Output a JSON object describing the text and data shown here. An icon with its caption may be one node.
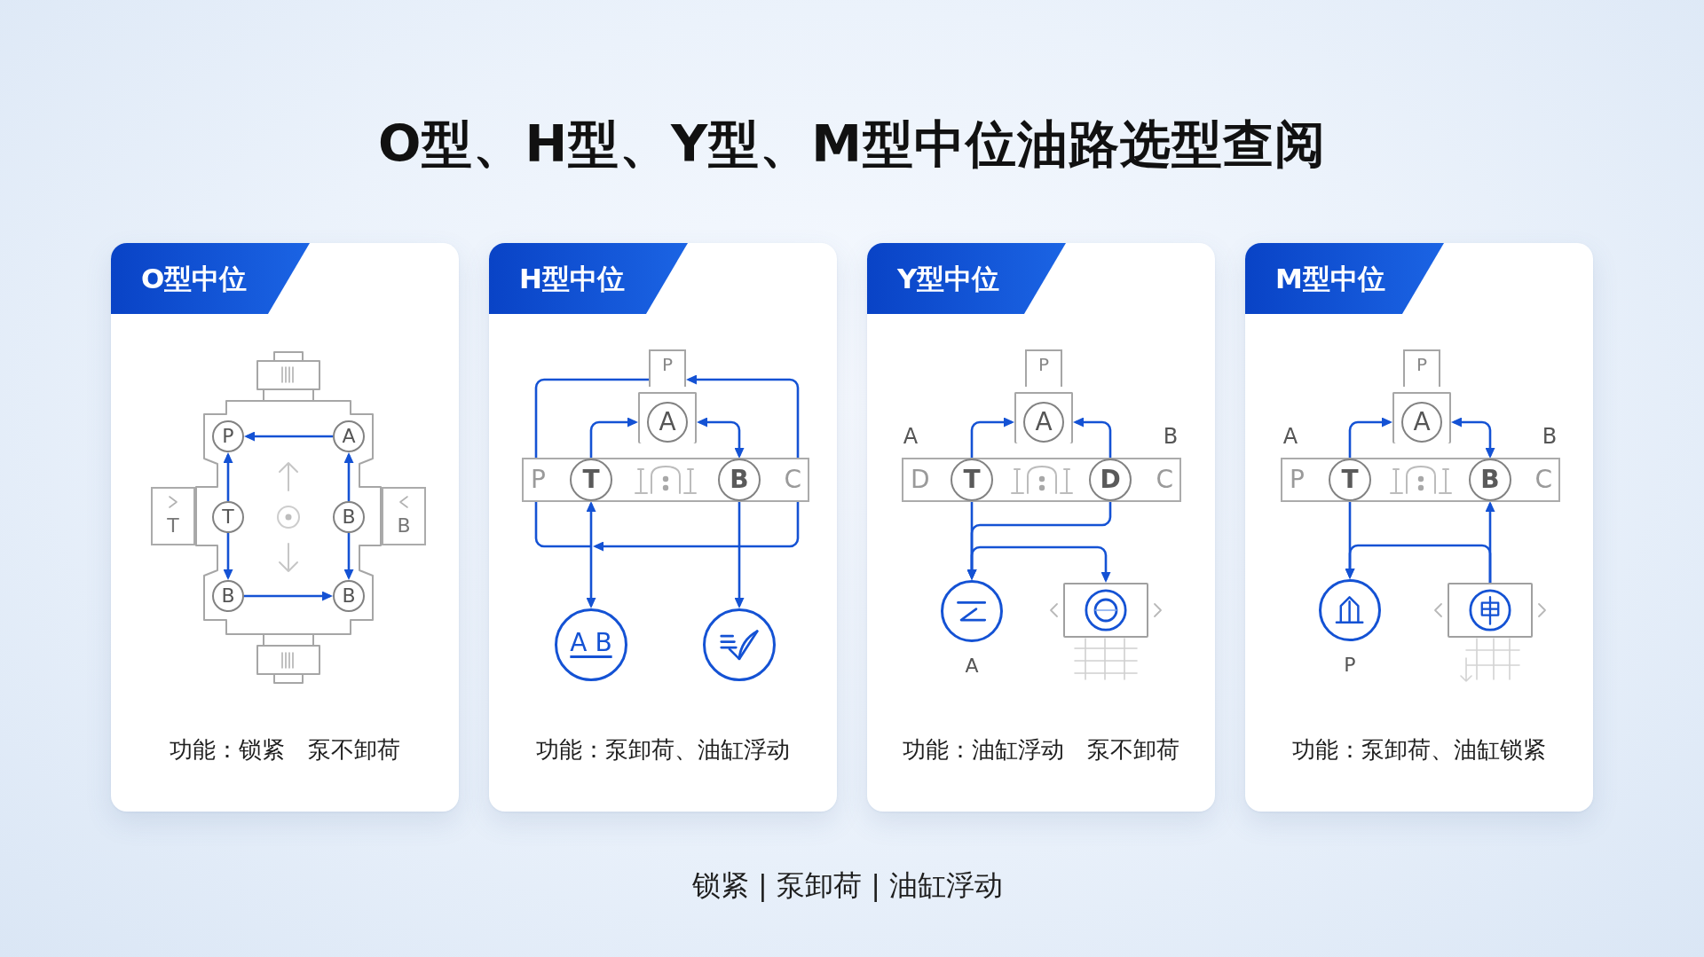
{
  "diagram": {
    "title": "O型、H型、Y型、M型中位油路选型查阅",
    "nodes": [
      {
        "text": [
          "功能：锁紧 泵不卸荷"
        ]
      },
      {
        "text": [
          "O型中位"
        ],
        "in": 0
      },
      {
        "text": [],
        "shape": "box",
        "in": 0
      },
      {
        "text": [
          "P"
        ],
        "in": 2
      },
      {
        "text": [
          "A"
        ],
        "in": 2
      },
      {
        "text": [
          "T"
        ],
        "in": 0
      },
      {
        "text": [
          "T"
        ],
        "in": 2
      },
      {
        "text": [
          "B"
        ],
        "in": 2
      },
      {
        "text": [
          "B"
        ],
        "in": 0
      },
      {
        "text": [
          "B"
        ],
        "in": 2
      },
      {
        "text": [
          "B"
        ],
        "in": 2
      },
      {
        "text": [
          "功能：泵卸荷、油缸浮动"
        ]
      },
      {
        "text": [
          "H型中位"
        ],
        "in": 11
      },
      {
        "text": [
          "P"
        ],
        "in": 11
      },
      {
        "text": [],
        "shape": "box",
        "in": 11
      },
      {
        "text": [
          "A"
        ],
        "in": 14
      },
      {
        "text": [
          "P",
          "C"
        ],
        "in": 11
      },
      {
        "text": [
          "T"
        ],
        "in": 16
      },
      {
        "text": [
          "B"
        ],
        "in": 16
      },
      {
        "text": [
          "A B"
        ],
        "in": 11
      },
      {
        "text": [],
        "shape": "circle",
        "in": 11
      },
      {
        "text": [
          "功能：油缸浮动 泵不卸荷"
        ]
      },
      {
        "text": [
          "Y型中位"
        ],
        "in": 21
      },
      {
        "text": [
          "P"
        ],
        "in": 21
      },
      {
        "text": [],
        "shape": "box",
        "in": 21
      },
      {
        "text": [
          "A"
        ],
        "in": 24
      },
      {
        "text": [
          "D",
          "C"
        ],
        "in": 21
      },
      {
        "text": [
          "T"
        ],
        "in": 26
      },
      {
        "text": [
          "D"
        ],
        "in": 26
      },
      {
        "text": [],
        "shape": "circle",
        "beside": [
          "A"
        ],
        "in": 21
      },
      {
        "text": [],
        "shape": "box",
        "in": 21
      },
      {
        "text": [
          "功能：泵卸荷、油缸锁紧"
        ]
      },
      {
        "text": [
          "M型中位"
        ],
        "in": 31
      },
      {
        "text": [
          "P"
        ],
        "in": 31
      },
      {
        "text": [],
        "shape": "box",
        "in": 31
      },
      {
        "text": [
          "A"
        ],
        "in": 34
      },
      {
        "text": [
          "P",
          "C"
        ],
        "in": 31
      },
      {
        "text": [
          "T"
        ],
        "in": 36
      },
      {
        "text": [
          "B"
        ],
        "in": 36
      },
      {
        "text": [],
        "shape": "circle",
        "beside": [
          "P"
        ],
        "in": 31
      },
      {
        "text": [],
        "shape": "box",
        "in": 31
      }
    ],
    "edges": [
      {
        "from": 4,
        "to": 3,
        "arrow": "to"
      },
      {
        "from": 6,
        "to": 3,
        "arrow": "to"
      },
      {
        "from": 7,
        "to": 4,
        "arrow": "to"
      },
      {
        "from": 6,
        "to": 9,
        "arrow": "to"
      },
      {
        "from": 7,
        "to": 10,
        "arrow": "to"
      },
      {
        "from": 9,
        "to": 10,
        "arrow": "to"
      },
      {
        "from": 17,
        "to": 14,
        "arrow": "to"
      },
      {
        "from": 14,
        "to": 18,
        "arrow": "both"
      },
      {
        "from": 16,
        "to": 13,
        "arrow": "to"
      },
      {
        "from": 13,
        "to": 16,
        "arrow": "none"
      },
      {
        "from": 16,
        "to": null,
        "arrow": "to"
      },
      {
        "from": 16,
        "to": null,
        "arrow": "none"
      },
      {
        "from": 17,
        "to": 19,
        "arrow": "both"
      },
      {
        "from": 18,
        "to": 20,
        "arrow": "to"
      },
      {
        "from": 27,
        "to": 24,
        "arrow": "to"
      },
      {
        "from": 28,
        "to": 24,
        "arrow": "to"
      },
      {
        "from": 27,
        "to": 29,
        "arrow": "to"
      },
      {
        "from": 28,
        "to": 29,
        "arrow": "to"
      },
      {
        "from": 30,
        "to": 29,
        "arrow": "both"
      },
      {
        "from": 37,
        "to": 34,
        "arrow": "to"
      },
      {
        "from": 34,
        "to": 38,
        "arrow": "both"
      },
      {
        "from": 37,
        "to": 39,
        "arrow": "to"
      },
      {
        "from": 40,
        "to": 38,
        "arrow": "to"
      },
      {
        "from": 40,
        "to": 39,
        "arrow": "to"
      }
    ],
    "labels": [
      "A",
      "B",
      "A",
      "B",
      "锁紧 | 泵卸荷 | 油缸浮动"
    ]
  }
}
